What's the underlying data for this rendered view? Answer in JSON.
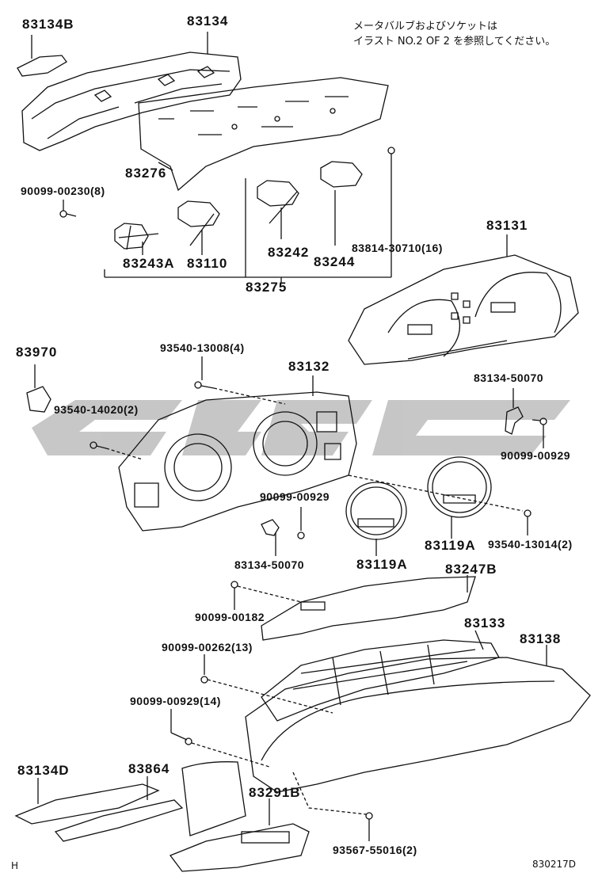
{
  "note": {
    "line1": "メータバルブおよびソケットは",
    "line2": "イラスト NO.2 OF 2 を参照してください。"
  },
  "labels": {
    "p83134B": "83134B",
    "p83134": "83134",
    "p83276": "83276",
    "p90099_00230": "90099-00230(8)",
    "p83243A": "83243A",
    "p83110": "83110",
    "p83242": "83242",
    "p83244": "83244",
    "p83814": "83814-30710(16)",
    "p83275": "83275",
    "p83131": "83131",
    "p83970": "83970",
    "p93540_13008": "93540-13008(4)",
    "p83132": "83132",
    "p93540_14020": "93540-14020(2)",
    "p83134_50070_r": "83134-50070",
    "p90099_00929_r": "90099-00929",
    "p90099_00929_c": "90099-00929",
    "p83134_50070_l": "83134-50070",
    "p83119A_l": "83119A",
    "p83119A_r": "83119A",
    "p93540_13014": "93540-13014(2)",
    "p83247B": "83247B",
    "p90099_00182": "90099-00182",
    "p83133": "83133",
    "p83138": "83138",
    "p90099_00262": "90099-00262(13)",
    "p90099_00929_14": "90099-00929(14)",
    "p83134D": "83134D",
    "p83864": "83864",
    "p83291B": "83291B",
    "p93567": "93567-55016(2)"
  },
  "corner": {
    "left": "H",
    "right": "830217D"
  },
  "colors": {
    "ink": "#111111",
    "watermark": "#bdbdbd"
  }
}
